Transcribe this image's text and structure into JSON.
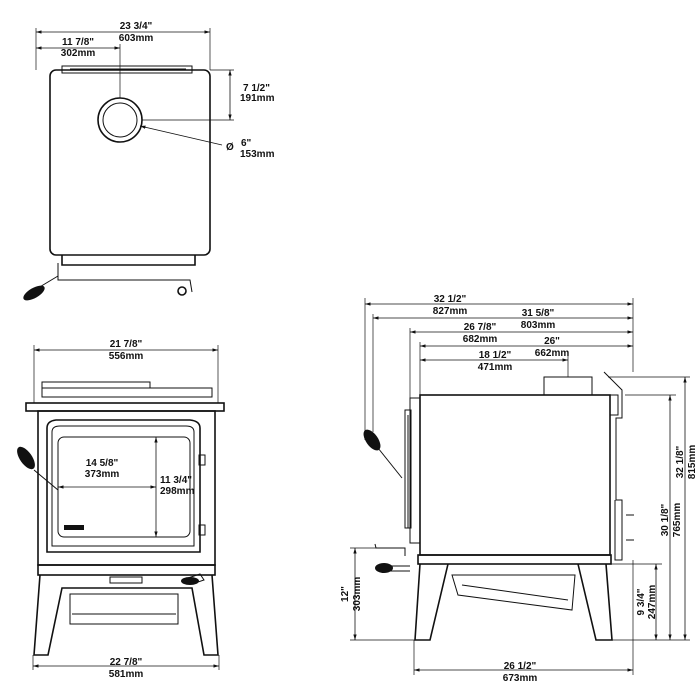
{
  "top_view": {
    "overall_width": {
      "imperial": "23 3/4\"",
      "metric": "603mm"
    },
    "flue_center_from_side": {
      "imperial": "11 7/8\"",
      "metric": "302mm"
    },
    "flue_center_from_back": {
      "imperial": "7 1/2\"",
      "metric": "191mm"
    },
    "flue_diameter": {
      "symbol": "Ø",
      "imperial": "6\"",
      "metric": "153mm"
    }
  },
  "front_view": {
    "top_width": {
      "imperial": "21 7/8\"",
      "metric": "556mm"
    },
    "glass_width": {
      "imperial": "14 5/8\"",
      "metric": "373mm"
    },
    "glass_height": {
      "imperial": "11 3/4\"",
      "metric": "298mm"
    },
    "leg_width": {
      "imperial": "22 7/8\"",
      "metric": "581mm"
    }
  },
  "side_view": {
    "overall_depth": {
      "imperial": "32 1/2\"",
      "metric": "827mm"
    },
    "depth_b": {
      "imperial": "31 5/8\"",
      "metric": "803mm"
    },
    "depth_c": {
      "imperial": "26 7/8\"",
      "metric": "682mm"
    },
    "depth_d": {
      "imperial": "26\"",
      "metric": "662mm"
    },
    "flue_from_front": {
      "imperial": "18 1/2\"",
      "metric": "471mm"
    },
    "overall_height": {
      "imperial": "32 1/8\"",
      "metric": "815mm"
    },
    "height_to_flue": {
      "imperial": "30 1/8\"",
      "metric": "765mm"
    },
    "handle_height": {
      "imperial": "12\"",
      "metric": "303mm"
    },
    "floor_clearance": {
      "imperial": "9 3/4\"",
      "metric": "247mm"
    },
    "leg_depth": {
      "imperial": "26 1/2\"",
      "metric": "673mm"
    }
  }
}
